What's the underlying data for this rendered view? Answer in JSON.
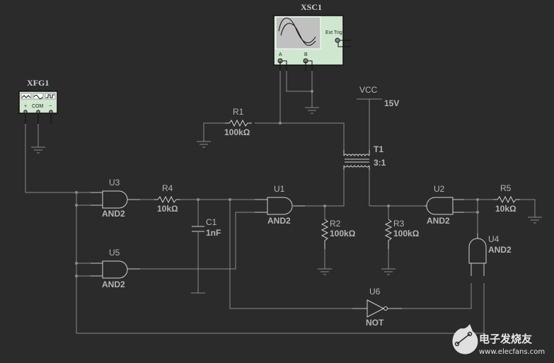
{
  "instruments": {
    "oscilloscope": {
      "name": "XSC1",
      "ext_trig_label": "Ext Trig",
      "channel_a": "A",
      "channel_b": "B",
      "body_color": "#cfe6cf",
      "screen_color": "#c0c0c0"
    },
    "function_generator": {
      "name": "XFG1",
      "terminals": [
        "+",
        "COM",
        "−"
      ],
      "body_color": "#cfe6cf"
    }
  },
  "supply": {
    "name": "VCC",
    "value": "15V"
  },
  "transformer": {
    "name": "T1",
    "ratio": "3:1"
  },
  "resistors": [
    {
      "ref": "R1",
      "value": "100kΩ"
    },
    {
      "ref": "R2",
      "value": "100kΩ"
    },
    {
      "ref": "R3",
      "value": "100kΩ"
    },
    {
      "ref": "R4",
      "value": "10kΩ"
    },
    {
      "ref": "R5",
      "value": "10kΩ"
    }
  ],
  "capacitors": [
    {
      "ref": "C1",
      "value": "1nF"
    }
  ],
  "gates": [
    {
      "ref": "U1",
      "type": "AND2"
    },
    {
      "ref": "U2",
      "type": "AND2"
    },
    {
      "ref": "U3",
      "type": "AND2"
    },
    {
      "ref": "U4",
      "type": "AND2"
    },
    {
      "ref": "U5",
      "type": "AND2"
    },
    {
      "ref": "U6",
      "type": "NOT"
    }
  ],
  "watermark": {
    "brand": "电子发烧友",
    "url": "www.elecfans.com"
  }
}
